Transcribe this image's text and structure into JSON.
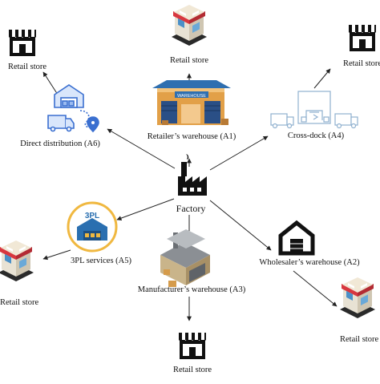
{
  "diagram": {
    "center_label": "Factory",
    "nodes": {
      "top_store": "Retail store",
      "retailers_warehouse": "Retailer’s warehouse (A1)",
      "topleft_store": "Retail store",
      "direct_distribution": "Direct distribution (A6)",
      "topright_store": "Retail store",
      "cross_dock": "Cross-dock (A4)",
      "tpl_badge": "3PL",
      "tpl_services": "3PL services (A5)",
      "left_store": "Retail store",
      "manufacturers_warehouse": "Manufacturer’s warehouse (A3)",
      "bottom_store": "Retail store",
      "wholesalers_warehouse": "Wholesaler’s warehouse (A2)",
      "right_store": "Retail store",
      "warehouse_sign": "WAREHOUSE"
    }
  }
}
